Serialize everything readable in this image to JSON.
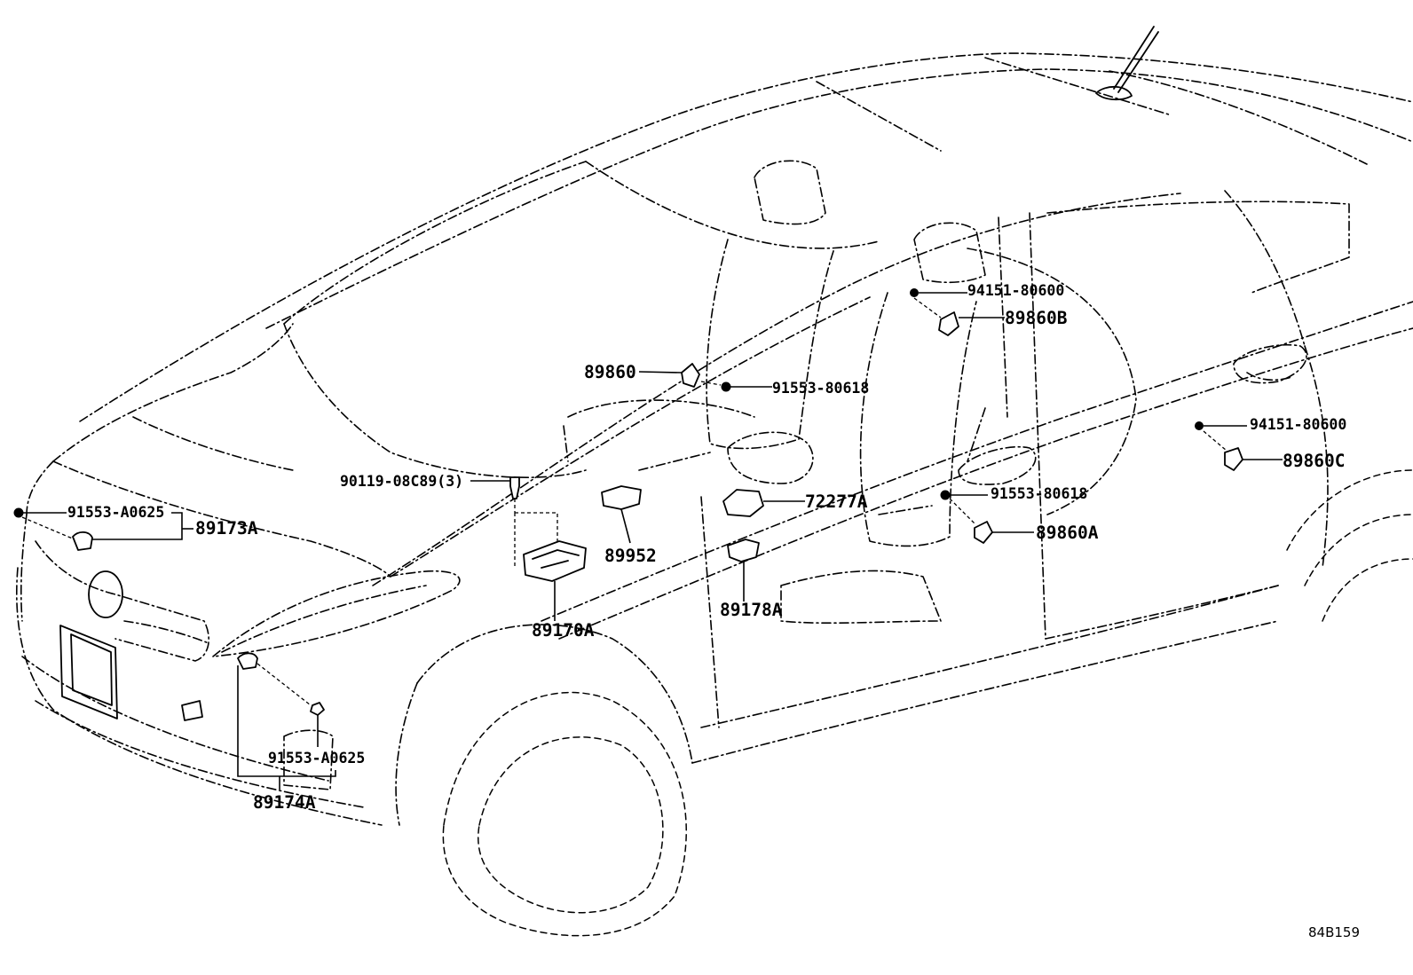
{
  "labels": {
    "p94151_80600_b": "94151-80600",
    "p89860B": "89860B",
    "p89860": "89860",
    "p91553_80618_a": "91553-80618",
    "p94151_80600_c": "94151-80600",
    "p89860C": "89860C",
    "p90119": "90119-08C89(3)",
    "p72277A": "72277A",
    "p91553_80618_b": "91553-80618",
    "p89860A": "89860A",
    "p91553_A0625_a": "91553-A0625",
    "p89173A": "89173A",
    "p89952": "89952",
    "p89178A": "89178A",
    "p89170A": "89170A",
    "p91553_A0625_b": "91553-A0625",
    "p89174A": "89174A"
  },
  "diagram_code": "84B159"
}
